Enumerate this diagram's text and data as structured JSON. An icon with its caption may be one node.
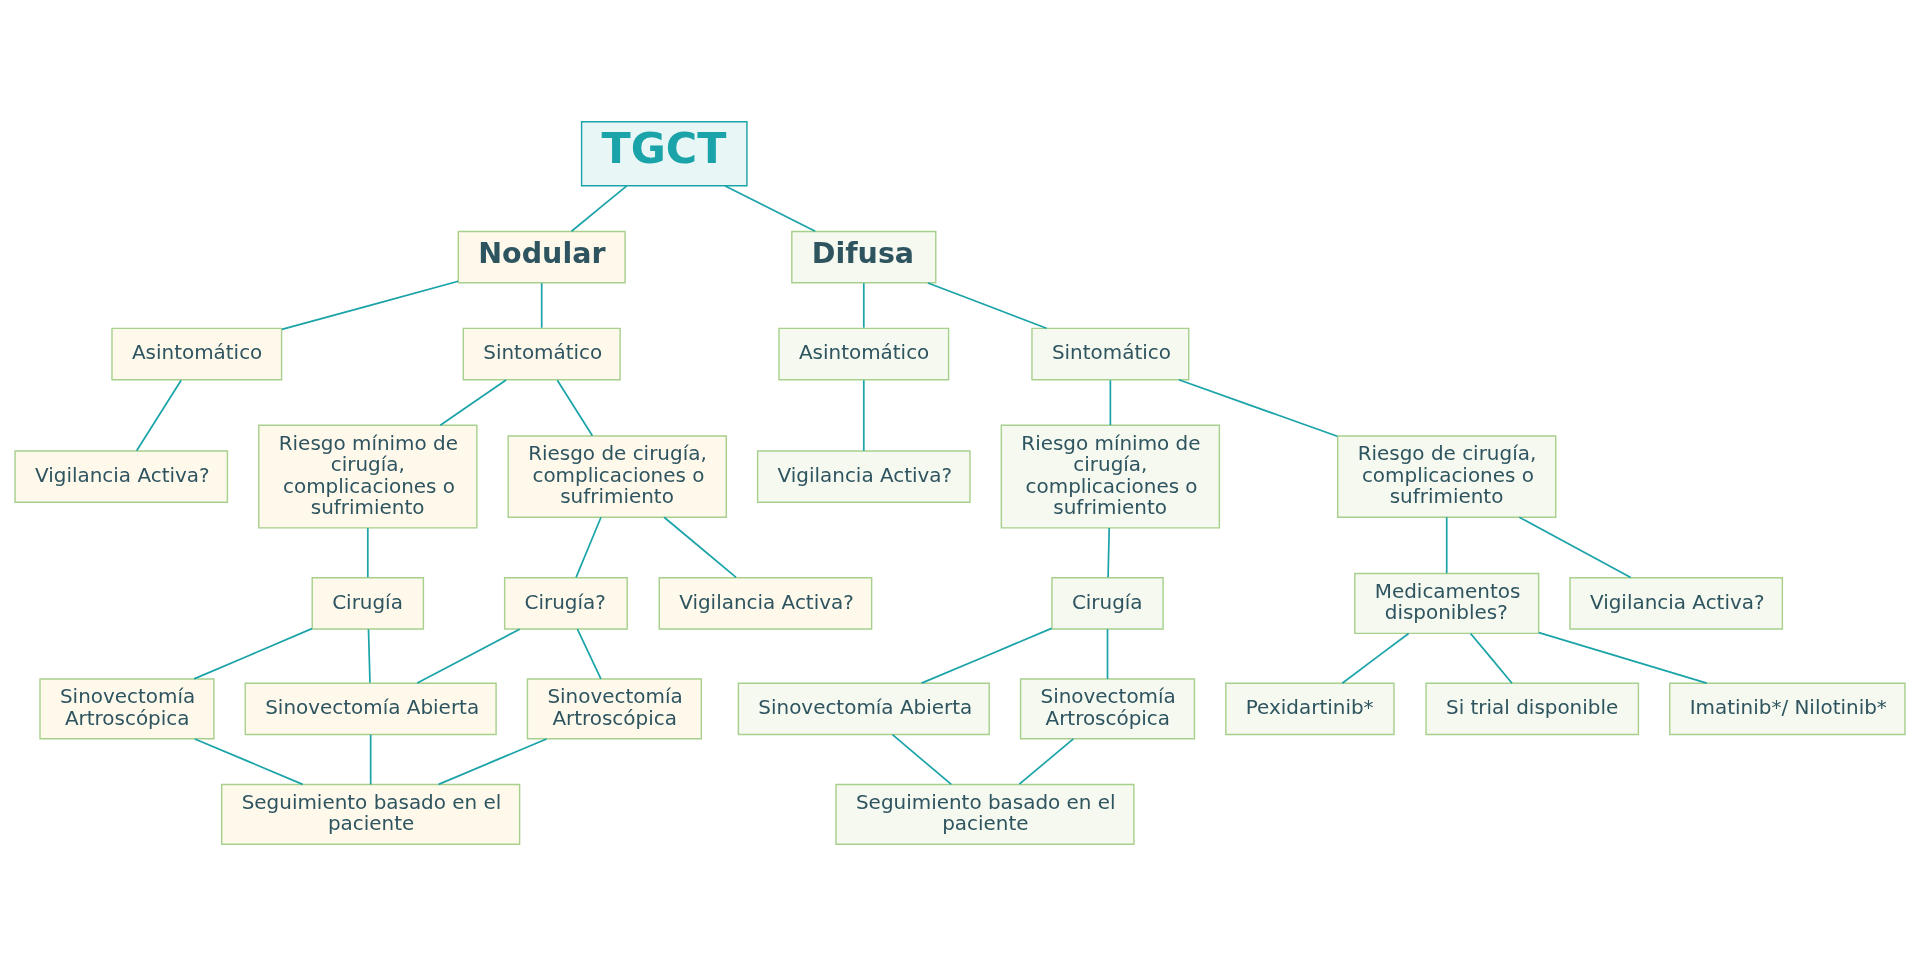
{
  "diagram": {
    "nodes": [
      {
        "text": [
          "TGCT"
        ]
      },
      {
        "text": [
          "Nodular"
        ]
      },
      {
        "text": [
          "Asintomático"
        ]
      },
      {
        "text": [
          "Sintomático"
        ]
      },
      {
        "text": [
          "Vigilancia Activa?"
        ]
      },
      {
        "text": [
          "Riesgo mínimo de cirugía, complicaciones o sufrimiento"
        ]
      },
      {
        "text": [
          "Riesgo de cirugía, complicaciones o sufrimiento"
        ]
      },
      {
        "text": [
          "Cirugía"
        ]
      },
      {
        "text": [
          "Cirugía?"
        ]
      },
      {
        "text": [
          "Vigilancia Activa?"
        ]
      },
      {
        "text": [
          "Sinovectomía Artroscópica"
        ]
      },
      {
        "text": [
          "Sinovectomía Abierta"
        ]
      },
      {
        "text": [
          "Sinovectomía Artroscópica"
        ]
      },
      {
        "text": [
          "Seguimiento basado en el paciente"
        ]
      },
      {
        "text": [
          "Difusa"
        ]
      },
      {
        "text": [
          "Asintomático"
        ]
      },
      {
        "text": [
          "Sintomático"
        ]
      },
      {
        "text": [
          "Vigilancia Activa?"
        ]
      },
      {
        "text": [
          "Riesgo mínimo de cirugía, complicaciones o sufrimiento"
        ]
      },
      {
        "text": [
          "Riesgo de cirugía, complicaciones o sufrimiento"
        ]
      },
      {
        "text": [
          "Cirugía"
        ]
      },
      {
        "text": [
          "Sinovectomía Abierta"
        ]
      },
      {
        "text": [
          "Sinovectomía Artroscópica"
        ]
      },
      {
        "text": [
          "Seguimiento basado en el paciente"
        ]
      },
      {
        "text": [
          "Medicamentos disponibles?"
        ]
      },
      {
        "text": [
          "Vigilancia Activa?"
        ]
      },
      {
        "text": [
          "Pexidartinib*"
        ]
      },
      {
        "text": [
          "Si trial disponible"
        ]
      },
      {
        "text": [
          "Imatinib*/ Nilotinib*"
        ]
      }
    ],
    "edges": [
      {
        "from": 0,
        "to": 1,
        "arrow": "none"
      },
      {
        "from": 0,
        "to": 14,
        "arrow": "none"
      },
      {
        "from": 1,
        "to": 2,
        "arrow": "none"
      },
      {
        "from": 1,
        "to": 3,
        "arrow": "none"
      },
      {
        "from": 2,
        "to": 4,
        "arrow": "none"
      },
      {
        "from": 3,
        "to": 5,
        "arrow": "none"
      },
      {
        "from": 3,
        "to": 6,
        "arrow": "none"
      },
      {
        "from": 5,
        "to": 7,
        "arrow": "none"
      },
      {
        "from": 6,
        "to": 8,
        "arrow": "none"
      },
      {
        "from": 6,
        "to": 9,
        "arrow": "none"
      },
      {
        "from": 7,
        "to": 10,
        "arrow": "none"
      },
      {
        "from": 7,
        "to": 11,
        "arrow": "none"
      },
      {
        "from": 8,
        "to": 11,
        "arrow": "none"
      },
      {
        "from": 8,
        "to": 12,
        "arrow": "none"
      },
      {
        "from": 10,
        "to": 13,
        "arrow": "none"
      },
      {
        "from": 11,
        "to": 13,
        "arrow": "none"
      },
      {
        "from": 12,
        "to": 13,
        "arrow": "none"
      },
      {
        "from": 14,
        "to": 15,
        "arrow": "none"
      },
      {
        "from": 14,
        "to": 16,
        "arrow": "none"
      },
      {
        "from": 15,
        "to": 17,
        "arrow": "none"
      },
      {
        "from": 16,
        "to": 18,
        "arrow": "none"
      },
      {
        "from": 16,
        "to": 19,
        "arrow": "none"
      },
      {
        "from": 18,
        "to": 20,
        "arrow": "none"
      },
      {
        "from": 20,
        "to": 21,
        "arrow": "none"
      },
      {
        "from": 20,
        "to": 22,
        "arrow": "none"
      },
      {
        "from": 21,
        "to": 23,
        "arrow": "none"
      },
      {
        "from": 22,
        "to": 23,
        "arrow": "none"
      },
      {
        "from": 19,
        "to": 24,
        "arrow": "none"
      },
      {
        "from": 19,
        "to": 25,
        "arrow": "none"
      },
      {
        "from": 24,
        "to": 26,
        "arrow": "none"
      },
      {
        "from": 24,
        "to": 27,
        "arrow": "none"
      },
      {
        "from": 24,
        "to": 28,
        "arrow": "none"
      }
    ]
  }
}
